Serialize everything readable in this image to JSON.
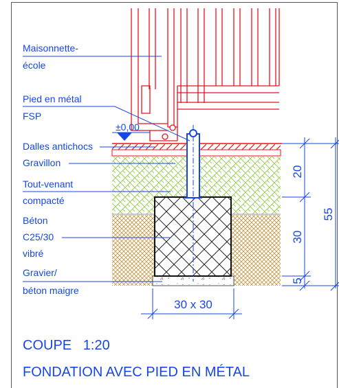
{
  "labels": {
    "maisonnette_line1": "Maisonnette-",
    "maisonnette_line2": "école",
    "pied_line1": "Pied en métal",
    "pied_line2": "FSP",
    "level": "±0,00",
    "dalles": "Dalles antichocs",
    "gravillon": "Gravillon",
    "tout_venant_line1": "Tout-venant",
    "tout_venant_line2": "compacté",
    "beton_line1": "Béton",
    "beton_line2": "C25/30",
    "beton_line3": "vibré",
    "gravier_line1": "Gravier/",
    "gravier_line2": "béton maigre"
  },
  "dimensions": {
    "width": "30 x 30",
    "layer1": "20",
    "layer2": "30",
    "layer3": "5",
    "total": "55"
  },
  "footer": {
    "scale": "COUPE   1:20",
    "title": "FONDATION AVEC PIED EN MÉTAL"
  },
  "colors": {
    "red": "#e8121b",
    "blue": "#1646e8",
    "green": "#9ccf5a",
    "ochre": "#c8a25a",
    "gray": "#9a9a9a"
  }
}
